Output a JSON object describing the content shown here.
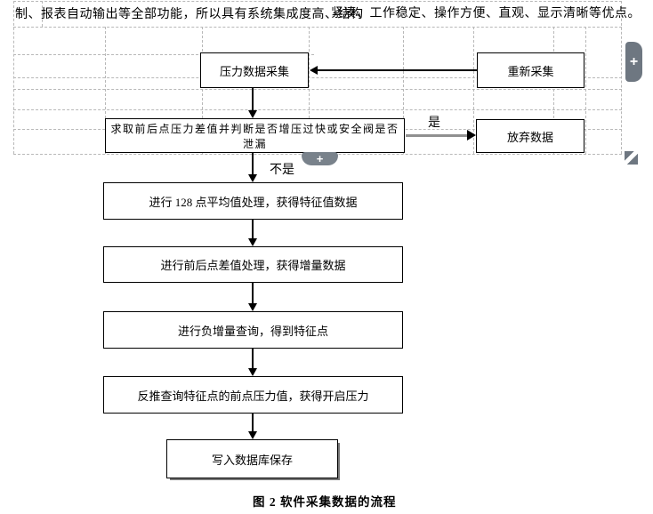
{
  "document": {
    "paragraph_left": "制、报表自动输出等全部功能，所以具有系统集成度高、结构",
    "paragraph_right": "紧凑、工作稳定、操作方便、直观、显示清晰等优点。",
    "figure_caption": "图 2 软件采集数据的流程"
  },
  "flowchart": {
    "nodes": [
      {
        "id": "pressure-collect",
        "label": "压力数据采集"
      },
      {
        "id": "recollect",
        "label": "重新采集"
      },
      {
        "id": "judge",
        "label": "求取前后点压力差值并判断是否增压过快或安全阀是否泄漏"
      },
      {
        "id": "discard",
        "label": "放弃数据"
      },
      {
        "id": "average-128",
        "label": "进行 128 点平均值处理，获得特征值数据"
      },
      {
        "id": "difference",
        "label": "进行前后点差值处理，获得增量数据"
      },
      {
        "id": "negative-query",
        "label": "进行负增量查询，得到特征点"
      },
      {
        "id": "back-trace",
        "label": "反推查询特征点的前点压力值，获得开启压力"
      },
      {
        "id": "save-db",
        "label": "写入数据库保存"
      }
    ],
    "labels": {
      "yes": "是",
      "no": "不是"
    }
  },
  "ui": {
    "expand_plus": "+",
    "colors": {
      "handle_gray": "#6e7781",
      "gridline": "#b8b8b8",
      "connector_gray": "#909090"
    }
  }
}
